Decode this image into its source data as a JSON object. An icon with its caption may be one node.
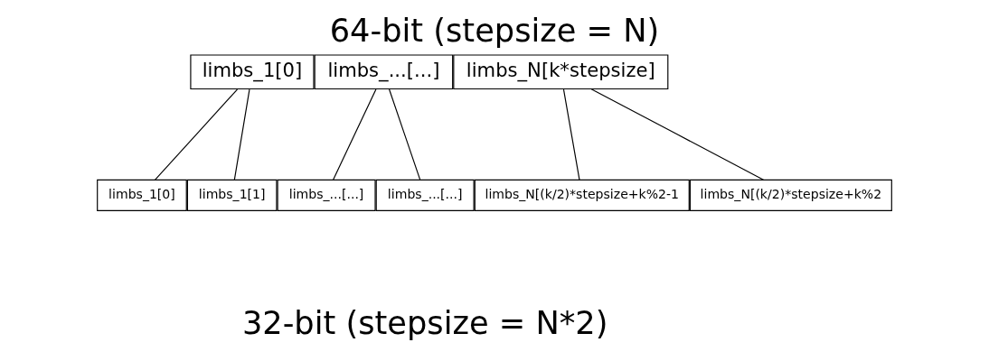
{
  "diagram": {
    "title": "64-bit (stepsize = N)",
    "caption": "32-bit (stepsize = N*2)",
    "nodes": [
      {
        "text": [
          "limbs_1[0]"
        ]
      },
      {
        "text": [
          "limbs_...[...]"
        ]
      },
      {
        "text": [
          "limbs_N[k*stepsize]"
        ]
      },
      {
        "text": [
          "limbs_1[0]"
        ]
      },
      {
        "text": [
          "limbs_1[1]"
        ]
      },
      {
        "text": [
          "limbs_...[...]"
        ]
      },
      {
        "text": [
          "limbs_...[...]"
        ]
      },
      {
        "text": [
          "limbs_N[(k/2)*stepsize+k%2-1"
        ]
      },
      {
        "text": [
          "limbs_N[(k/2)*stepsize+k%2"
        ]
      }
    ],
    "edges": [
      {
        "from": 0,
        "to": 3,
        "arrow": "none"
      },
      {
        "from": 0,
        "to": 4,
        "arrow": "none"
      },
      {
        "from": 1,
        "to": 5,
        "arrow": "none"
      },
      {
        "from": 1,
        "to": 6,
        "arrow": "none"
      },
      {
        "from": 2,
        "to": 7,
        "arrow": "none"
      },
      {
        "from": 2,
        "to": 8,
        "arrow": "none"
      }
    ]
  }
}
